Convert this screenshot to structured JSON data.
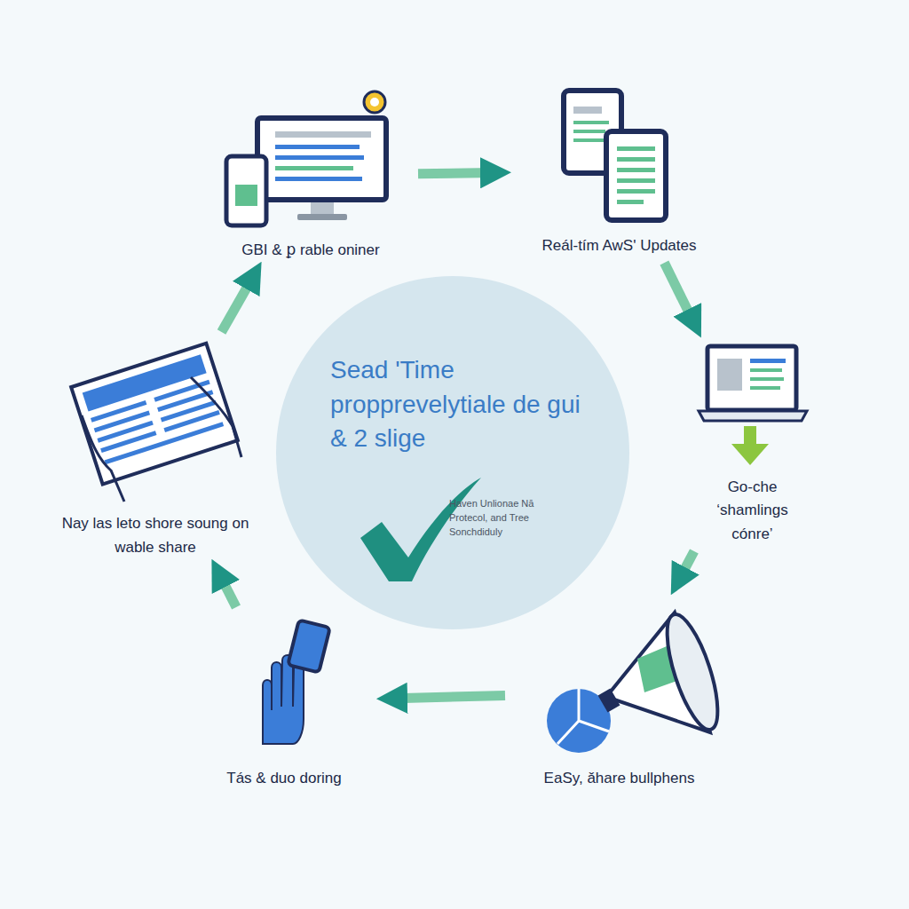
{
  "diagram": {
    "nodes": [
      {
        "text": [
          "GBI & ꝑ rable oniner"
        ]
      },
      {
        "text": [
          "Reál-tím AwS' Updates"
        ]
      },
      {
        "text": [
          "Go-che ‘shamlings cónre’"
        ]
      },
      {
        "text": [
          "EaSy, ǎhare bullphens"
        ]
      },
      {
        "text": [
          "Tás & duo doring"
        ]
      },
      {
        "text": [
          "Nay las leto shore soung on wable share"
        ]
      },
      {
        "text": [
          "Sead 'Time propprevelytiale de gui & 2 slige",
          "Haven Unlionae Nā Protecol, and Tree Sonchdiduly"
        ]
      }
    ],
    "edges": [
      {
        "from": 0,
        "to": 1,
        "arrow": "to"
      },
      {
        "from": 1,
        "to": 2,
        "arrow": "to"
      },
      {
        "from": 2,
        "to": 3,
        "arrow": "to"
      },
      {
        "from": 3,
        "to": 4,
        "arrow": "to"
      },
      {
        "from": 4,
        "to": 5,
        "arrow": "to"
      },
      {
        "from": 5,
        "to": 0,
        "arrow": "to"
      }
    ]
  }
}
